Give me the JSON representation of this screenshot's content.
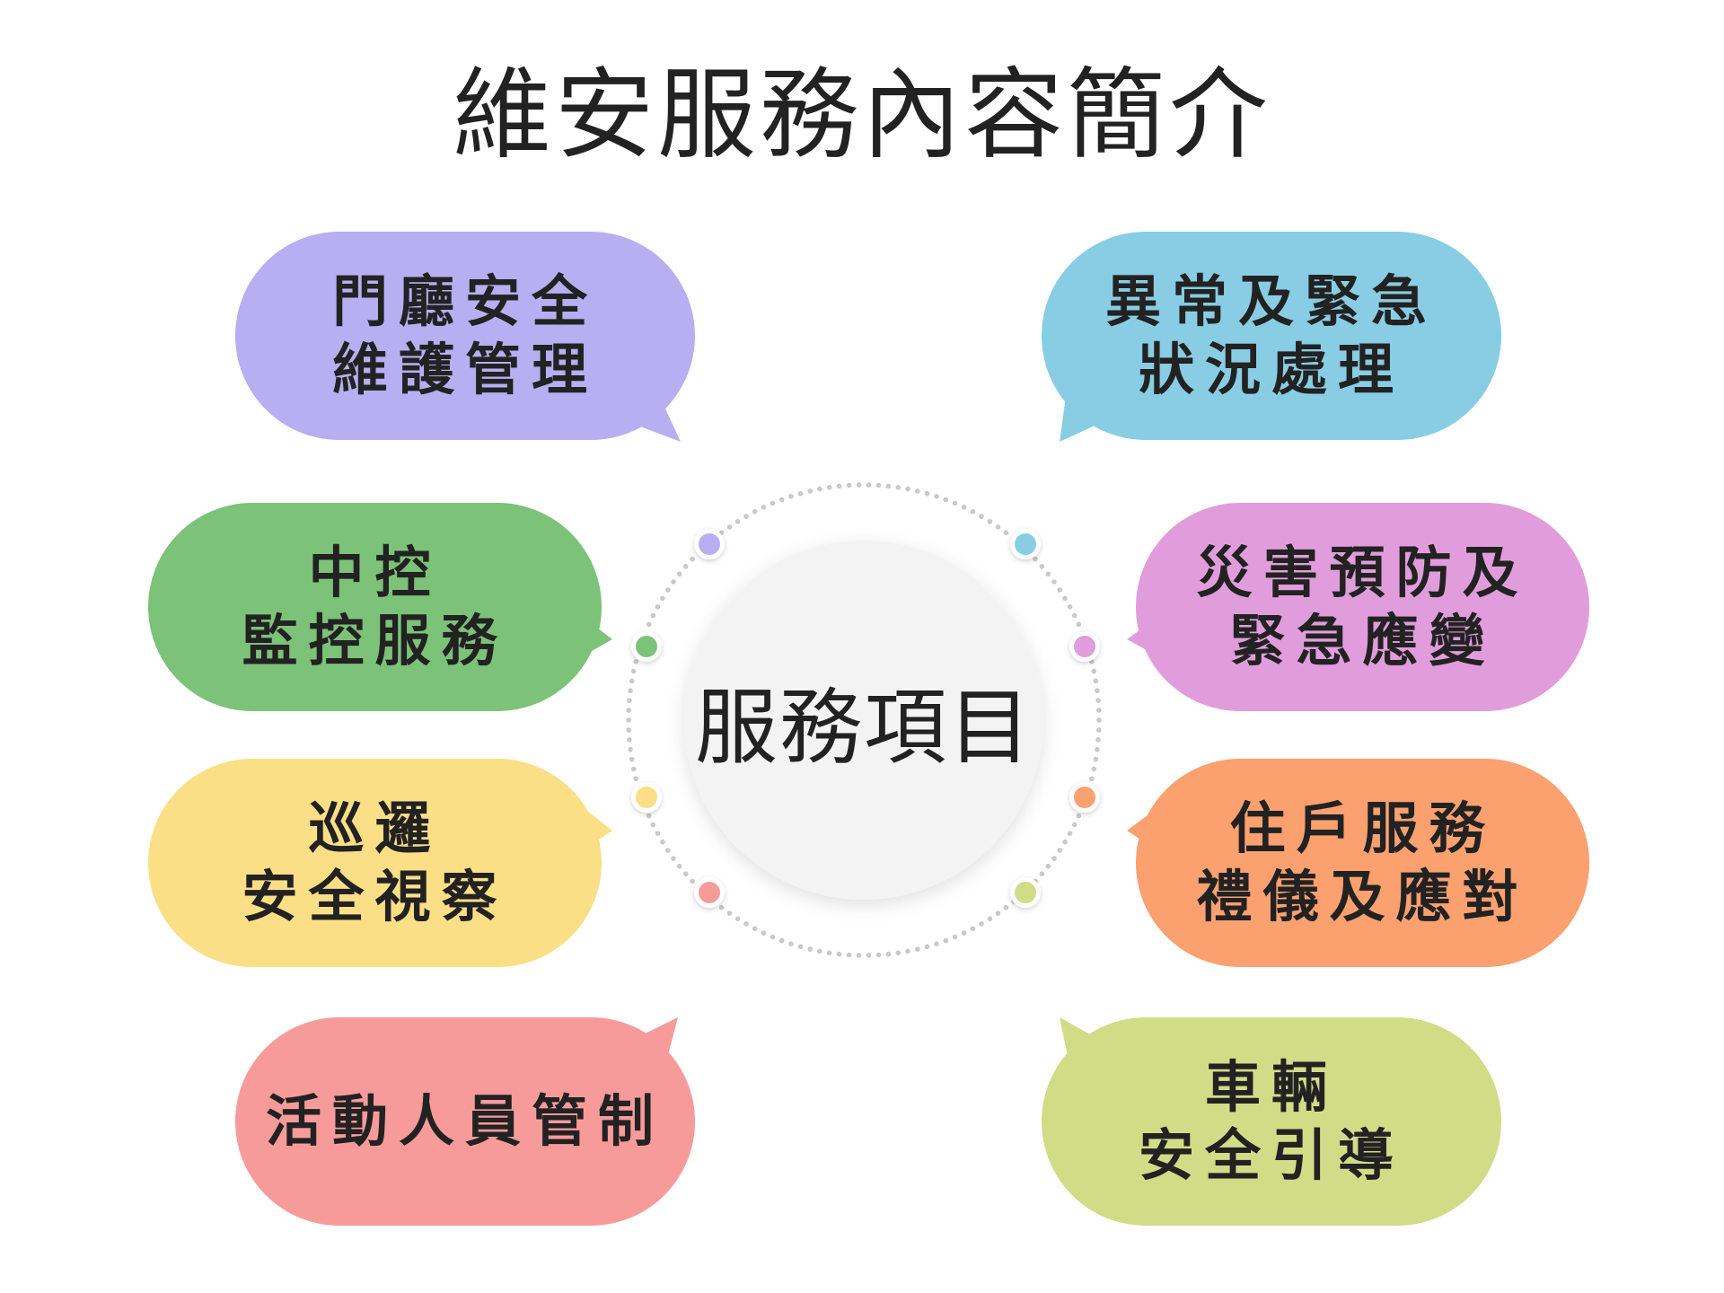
{
  "title": "維安服務內容簡介",
  "center": {
    "label": "服務項目"
  },
  "colors": {
    "purple": "#b8aef2",
    "blue": "#88cde3",
    "green": "#7cc278",
    "pink": "#e19ddb",
    "yellow": "#fbdf86",
    "orange": "#fba06f",
    "red": "#f79b9a",
    "lime": "#d1dc87",
    "dot_ring": "#c9c9c9",
    "center_fill": "#f3f3f3"
  },
  "items": [
    {
      "id": "lobby",
      "lines": [
        "門廳安全",
        "維護管理"
      ],
      "color": "purple"
    },
    {
      "id": "abnormal",
      "lines": [
        "異常及緊急",
        "狀況處理"
      ],
      "color": "blue"
    },
    {
      "id": "control",
      "lines": [
        "中控",
        "監控服務"
      ],
      "color": "green"
    },
    {
      "id": "disaster",
      "lines": [
        "災害預防及",
        "緊急應變"
      ],
      "color": "pink"
    },
    {
      "id": "patrol",
      "lines": [
        "巡邏",
        "安全視察"
      ],
      "color": "yellow"
    },
    {
      "id": "resident",
      "lines": [
        "住戶服務",
        "禮儀及應對"
      ],
      "color": "orange"
    },
    {
      "id": "activity",
      "lines": [
        "活動人員管制"
      ],
      "color": "red"
    },
    {
      "id": "vehicle",
      "lines": [
        "車輛",
        "安全引導"
      ],
      "color": "lime"
    }
  ]
}
